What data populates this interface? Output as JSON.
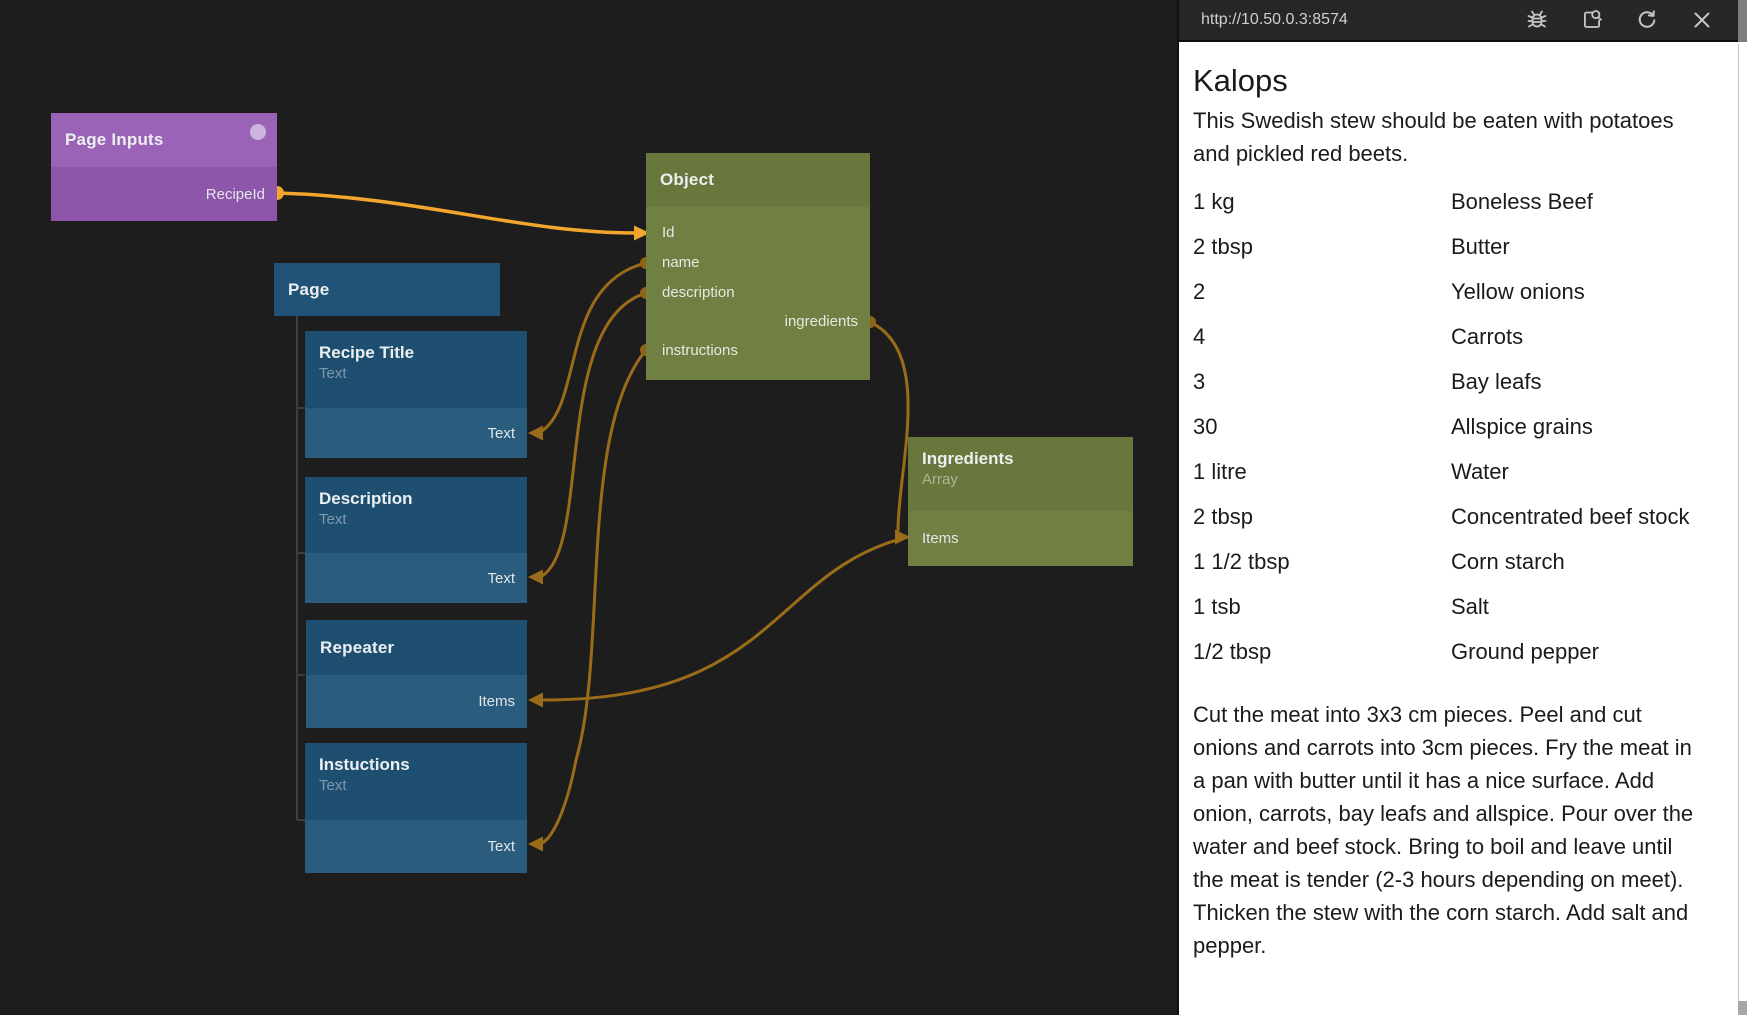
{
  "canvas": {
    "nodes": {
      "page_inputs": {
        "title": "Page Inputs",
        "port_recipeid": "RecipeId"
      },
      "page": {
        "title": "Page"
      },
      "recipe_title": {
        "title": "Recipe Title",
        "subtitle": "Text",
        "port": "Text"
      },
      "description": {
        "title": "Description",
        "subtitle": "Text",
        "port": "Text"
      },
      "repeater": {
        "title": "Repeater",
        "port": "Items"
      },
      "instructions_node": {
        "title": "Instuctions",
        "subtitle": "Text",
        "port": "Text"
      },
      "object": {
        "title": "Object",
        "ports": {
          "id": "Id",
          "name": "name",
          "description": "description",
          "ingredients": "ingredients",
          "instructions": "instructions"
        }
      },
      "ingredients_node": {
        "title": "Ingredients",
        "subtitle": "Array",
        "port": "Items"
      }
    },
    "colors": {
      "background": "#1d1d1d",
      "node_purple": "#9a63b7",
      "node_blue": "#1f4f70",
      "node_green": "#6f8042",
      "wire_bright": "#f2a62e",
      "wire_dim": "#9a6c1a",
      "port_dot": "#8f6416"
    }
  },
  "preview": {
    "url": "http://10.50.0.3:8574",
    "icons": {
      "bug": "debug",
      "inspect": "open-component",
      "refresh": "refresh",
      "close": "close"
    },
    "recipe": {
      "title": "Kalops",
      "description": "This Swedish stew should be eaten with potatoes and pickled red beets.",
      "ingredients": [
        {
          "amount": "1 kg",
          "name": "Boneless Beef"
        },
        {
          "amount": "2 tbsp",
          "name": "Butter"
        },
        {
          "amount": "2",
          "name": "Yellow onions"
        },
        {
          "amount": "4",
          "name": "Carrots"
        },
        {
          "amount": "3",
          "name": "Bay leafs"
        },
        {
          "amount": "30",
          "name": "Allspice grains"
        },
        {
          "amount": "1 litre",
          "name": "Water"
        },
        {
          "amount": "2 tbsp",
          "name": "Concentrated beef stock"
        },
        {
          "amount": "1 1/2 tbsp",
          "name": "Corn starch"
        },
        {
          "amount": "1 tsb",
          "name": "Salt"
        },
        {
          "amount": "1/2 tbsp",
          "name": "Ground pepper"
        }
      ],
      "instructions": "Cut the meat into 3x3 cm pieces. Peel and cut onions and carrots into 3cm pieces. Fry the meat in a pan with butter until it has a nice surface. Add onion, carrots, bay leafs and allspice. Pour over the water and beef stock. Bring to boil and leave until the meat is tender (2-3 hours depending on meet). Thicken the stew with the corn starch. Add salt and pepper."
    }
  }
}
